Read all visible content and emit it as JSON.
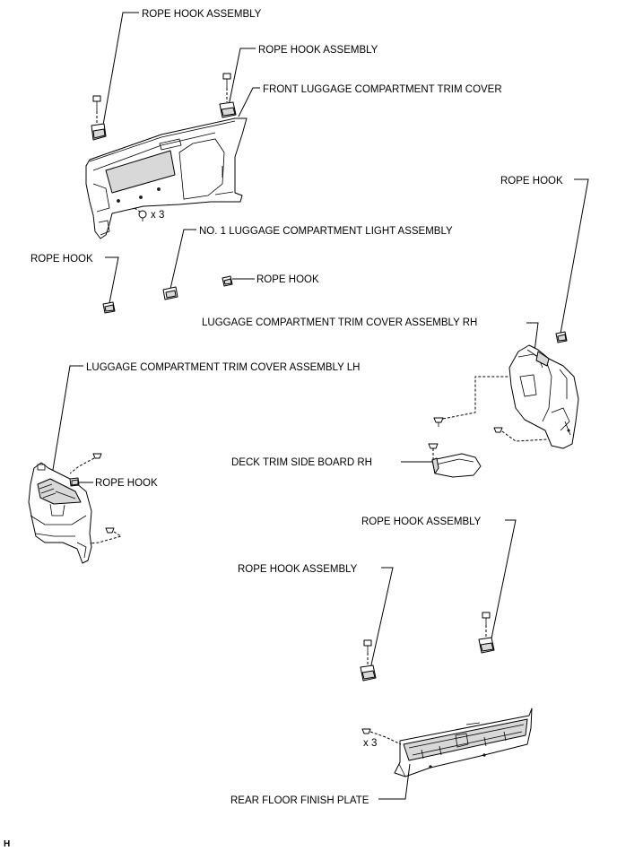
{
  "labels": {
    "rope_hook_assembly_top_left": "ROPE HOOK ASSEMBLY",
    "rope_hook_assembly_top_center": "ROPE HOOK ASSEMBLY",
    "front_luggage_trim_cover": "FRONT LUGGAGE COMPARTMENT TRIM COVER",
    "rope_hook_right": "ROPE HOOK",
    "qty_front_clips": "x 3",
    "no1_luggage_light": "NO. 1 LUGGAGE COMPARTMENT LIGHT ASSEMBLY",
    "rope_hook_left": "ROPE HOOK",
    "rope_hook_center": "ROPE HOOK",
    "trim_cover_rh": "LUGGAGE COMPARTMENT TRIM COVER ASSEMBLY RH",
    "trim_cover_lh": "LUGGAGE COMPARTMENT TRIM COVER ASSEMBLY LH",
    "deck_trim_side_board_rh": "DECK TRIM SIDE BOARD RH",
    "rope_hook_lh": "ROPE HOOK",
    "rope_hook_assembly_lower_right": "ROPE HOOK ASSEMBLY",
    "rope_hook_assembly_lower_center": "ROPE HOOK ASSEMBLY",
    "qty_rear_clips": "x 3",
    "rear_floor_finish_plate": "REAR FLOOR FINISH PLATE",
    "corner_mark": "H"
  }
}
